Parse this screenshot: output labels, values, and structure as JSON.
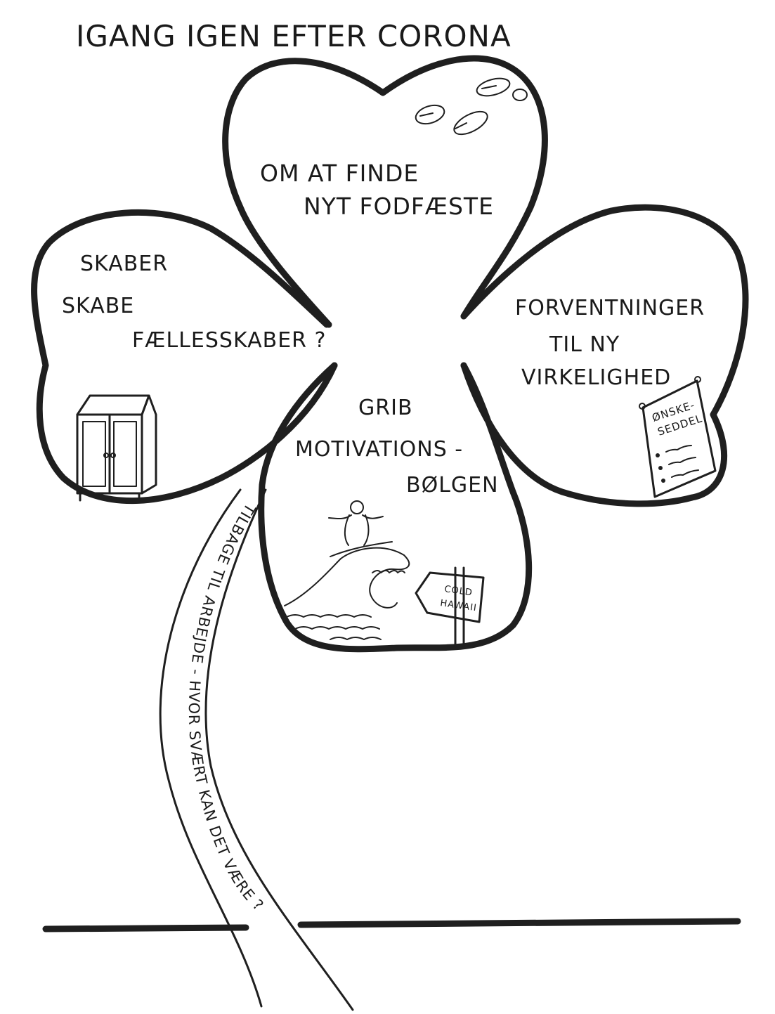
{
  "title": "IGANG IGEN EFTER CORONA",
  "leaves": {
    "top": {
      "lines": [
        "OM AT FINDE",
        "NYT FODFÆSTE"
      ],
      "illustration": "footprints-icon"
    },
    "left": {
      "lines": [
        "SKABER",
        "SKABE",
        "FÆLLESSKABER ?"
      ],
      "illustration": "wardrobe-icon"
    },
    "right": {
      "lines": [
        "FORVENTNINGER",
        "TIL NY",
        "VIRKELIGHED"
      ],
      "illustration": "wish-list-icon",
      "note_lines": [
        "ØNSKE-",
        "SEDDEL"
      ]
    },
    "bottom": {
      "lines": [
        "GRIB",
        "MOTIVATIONS -",
        "BØLGEN"
      ],
      "illustration": "surfer-wave-icon",
      "sign_lines": [
        "COLD",
        "HAWAII"
      ]
    }
  },
  "stem": {
    "text": "TILBAGE TIL ARBEJDE - HVOR SVÆRT KAN DET VÆRE ?!"
  },
  "colors": {
    "ink": "#1f1f1f",
    "paper": "#ffffff"
  }
}
